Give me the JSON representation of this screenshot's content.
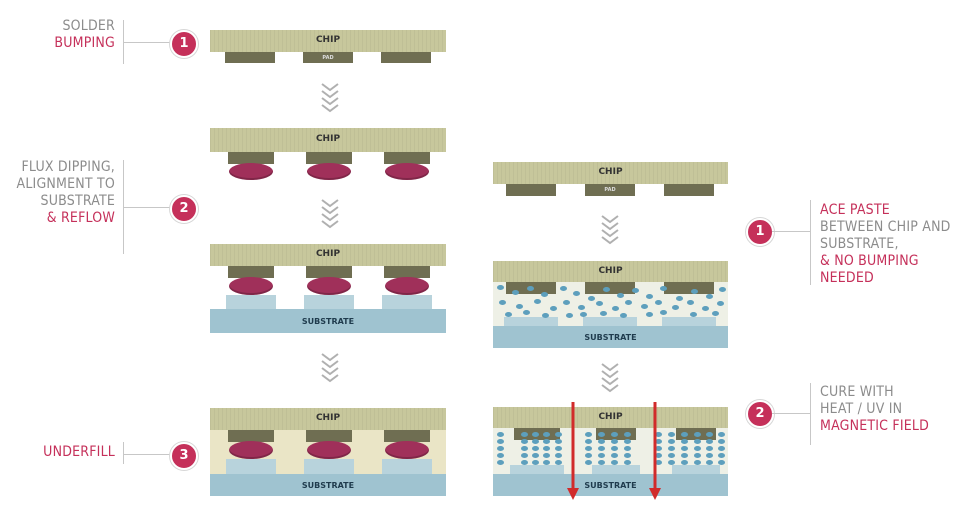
{
  "labels": {
    "l1_line1": "SOLDER",
    "l1_line2": "BUMPING",
    "l2_line1": "FLUX DIPPING,",
    "l2_line2": "ALIGNMENT TO",
    "l2_line3": "SUBSTRATE",
    "l2_line4": "& REFLOW",
    "l3_line1": "UNDERFILL",
    "r1_line1": "ACE PASTE",
    "r1_line2": "BETWEEN CHIP AND",
    "r1_line3": "SUBSTRATE,",
    "r1_line4": "& NO BUMPING NEEDED",
    "r2_line1": "CURE WITH",
    "r2_line2": "HEAT / UV IN",
    "r2_line3": "MAGNETIC FIELD"
  },
  "badges": {
    "b1": "1",
    "b2": "2",
    "b3": "3",
    "rb1": "1",
    "rb2": "2"
  },
  "parts": {
    "chip": "CHIP",
    "pad": "PAD",
    "substrate": "SUBSTRATE"
  },
  "colors": {
    "accent": "#c5305a",
    "chip": "#c7c79c",
    "pad": "#6f6e52",
    "solder": "#a0305a",
    "substrate": "#9fc3d0",
    "underfill": "#eae5c6",
    "particle": "#5d9fbd",
    "field_arrow": "#d12b2b"
  }
}
